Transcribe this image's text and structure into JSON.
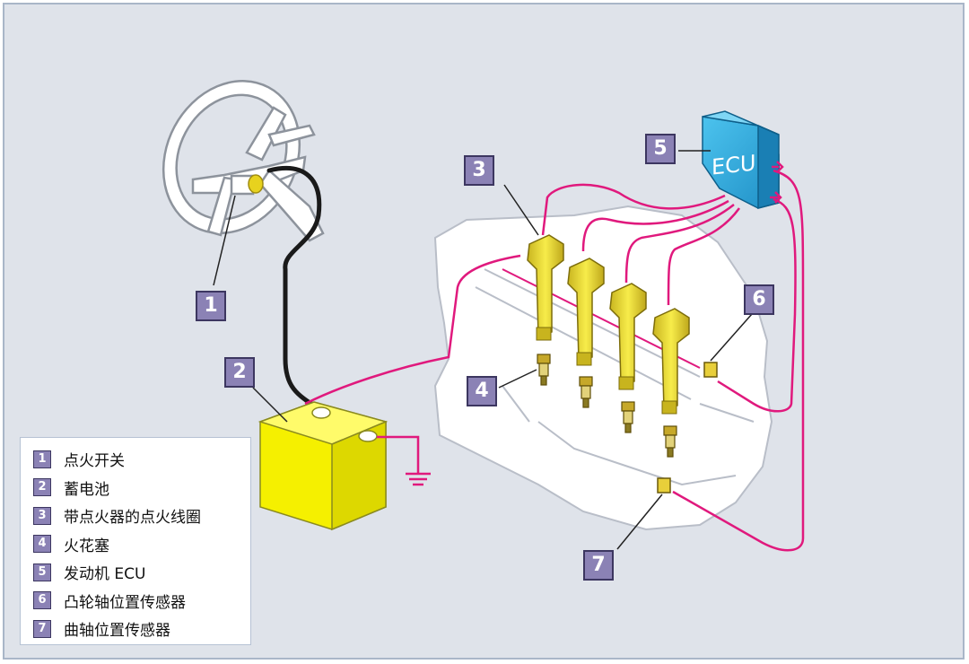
{
  "callouts": [
    "1",
    "2",
    "3",
    "4",
    "5",
    "6",
    "7"
  ],
  "ecu_text": "ECU",
  "legend": [
    {
      "num": "1",
      "text": "点火开关"
    },
    {
      "num": "2",
      "text": "蓄电池"
    },
    {
      "num": "3",
      "text": "带点火器的点火线圈"
    },
    {
      "num": "4",
      "text": "火花塞"
    },
    {
      "num": "5",
      "text": "发动机 ECU"
    },
    {
      "num": "6",
      "text": "凸轮轴位置传感器"
    },
    {
      "num": "7",
      "text": "曲轴位置传感器"
    }
  ],
  "colors": {
    "background": "#dfe3ea",
    "wire_signal": "#e0197d",
    "wire_power": "#1a1a1a",
    "coil": "#f2e23a",
    "battery": "#f5f000",
    "ecu": "#29a8dc",
    "badge": "#8b82b5"
  }
}
